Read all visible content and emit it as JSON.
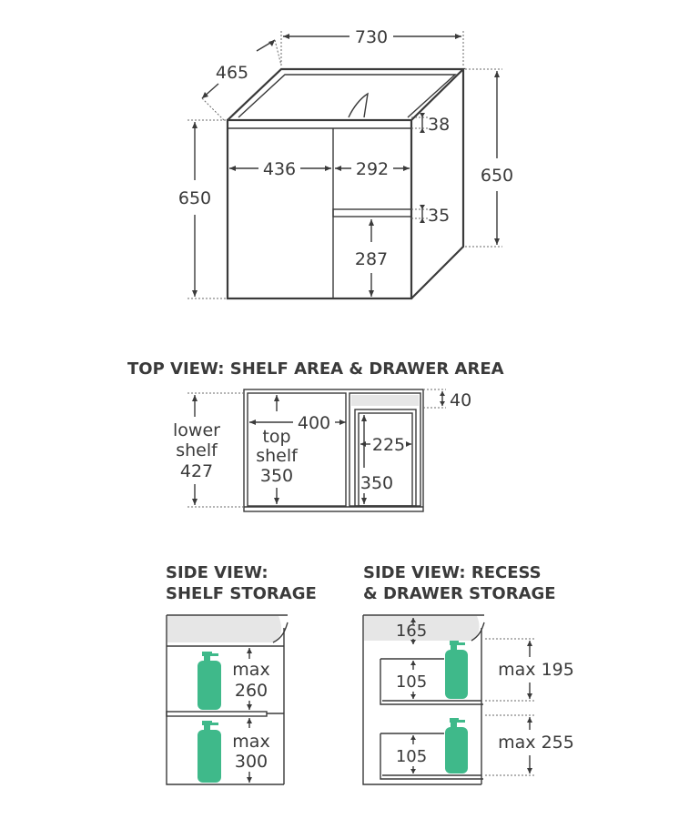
{
  "top_diagram": {
    "width": "730",
    "depth": "465",
    "height_left": "650",
    "height_right": "650",
    "left_door_width": "436",
    "drawer_width": "292",
    "top_gap": "38",
    "drawer_gap": "35",
    "lower_compartment": "287"
  },
  "top_view": {
    "heading": "TOP VIEW: SHELF AREA & DRAWER AREA",
    "lower_shelf_line1": "lower",
    "lower_shelf_line2": "shelf",
    "lower_shelf_value": "427",
    "shelf_width": "400",
    "top_shelf_line1": "top",
    "top_shelf_line2": "shelf",
    "top_shelf_value": "350",
    "drawer_offset": "40",
    "drawer_inner_width": "225",
    "drawer_depth": "350"
  },
  "side_shelf": {
    "heading_line1": "SIDE VIEW:",
    "heading_line2": "SHELF STORAGE",
    "upper_max_label": "max",
    "upper_max_value": "260",
    "lower_max_label": "max",
    "lower_max_value": "300"
  },
  "side_recess": {
    "heading_line1": "SIDE VIEW: RECESS",
    "heading_line2": "& DRAWER STORAGE",
    "recess_height": "165",
    "upper_drawer_height": "105",
    "lower_drawer_height": "105",
    "upper_max": "max 195",
    "lower_max": "max 255"
  },
  "colors": {
    "line": "#3a3a3a",
    "bottle": "#3fb98a",
    "panel": "#e6e6e6"
  }
}
